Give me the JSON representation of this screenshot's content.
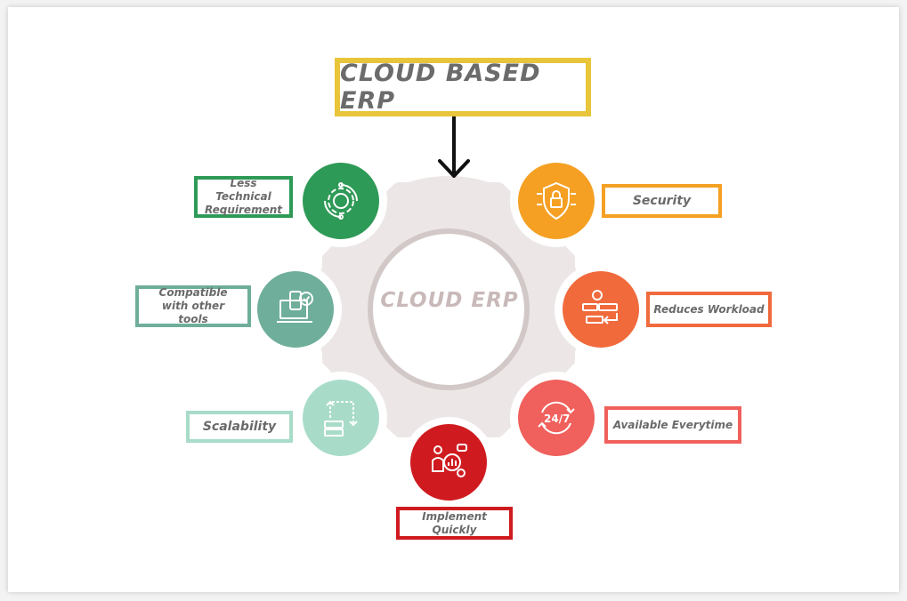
{
  "title": "CLOUD BASED ERP",
  "center": "CLOUD ERP",
  "features": [
    {
      "key": "less_tech",
      "label": "Less Technical Requirement",
      "color": "#2e9a57",
      "icon": "gear-icon"
    },
    {
      "key": "compatible",
      "label": "Compatible with other tools",
      "color": "#6fae9a",
      "icon": "laptop-sync-icon"
    },
    {
      "key": "scalability",
      "label": "Scalability",
      "color": "#a8dcc9",
      "icon": "server-scale-icon"
    },
    {
      "key": "implement",
      "label": "Implement Quickly",
      "color": "#cf1b1f",
      "icon": "analyst-icon"
    },
    {
      "key": "available",
      "label": "Available Everytime",
      "color": "#f0605c",
      "icon": "24-7-icon"
    },
    {
      "key": "workload",
      "label": "Reduces Workload",
      "color": "#f06a3c",
      "icon": "workflow-icon"
    },
    {
      "key": "security",
      "label": "Security",
      "color": "#f5a023",
      "icon": "shield-lock-icon"
    }
  ]
}
